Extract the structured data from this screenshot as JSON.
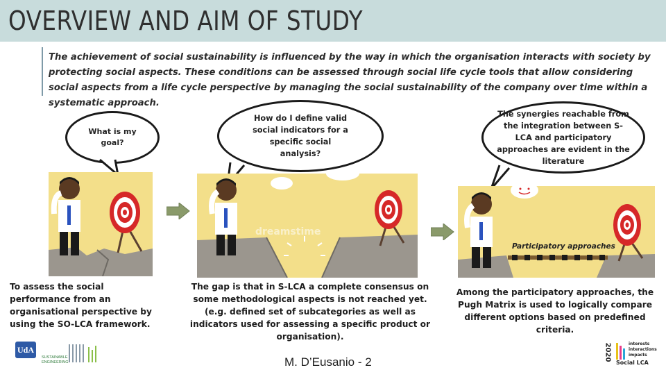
{
  "title": "OVERVIEW AND AIM OF STUDY",
  "intro": "The achievement of social sustainability is influenced by the way in which the organisation interacts with society by protecting social aspects. These conditions can be assessed through social life cycle tools that allow considering social aspects from a life cycle perspective by managing the social sustainability of the company over time within a systematic approach.",
  "panels": [
    {
      "bubble": "What is my goal?",
      "caption": "To assess the social performance from an organisational perspective by using the SO-LCA framework."
    },
    {
      "bubble": "How do I define valid social indicators for a specific social analysis?",
      "watermark": "dreamstime",
      "caption": "The gap is that in S-LCA a complete consensus on some methodological aspects is not reached yet. (e.g. defined set of subcategories as well as indicators used for assessing a specific product or organisation)."
    },
    {
      "bubble": "The synergies reachable from the integration between S-LCA and participatory approaches are evident in the literature",
      "bridge_label": "Participatory approaches",
      "caption": "Among the participatory approaches, the Pugh Matrix is used to logically compare different options based on predefined criteria."
    }
  ],
  "footer": {
    "author": "M. D’Eusanio - 2",
    "uda_logo": "UdA",
    "se_logo": "SUSTAINABLE ENGINEERING",
    "event": {
      "year": "2020",
      "lines": [
        "interests",
        "interactions",
        "impacts"
      ],
      "name": "Social LCA"
    }
  },
  "colors": {
    "header": "#c8dcdc",
    "scene_bg": "#f3df8a",
    "arrow": "#8a9a6a",
    "target_red": "#d62828"
  },
  "icons": [
    "target-icon",
    "businessman-icon",
    "cloud-icon",
    "arrow-right-icon",
    "bridge-icon"
  ]
}
